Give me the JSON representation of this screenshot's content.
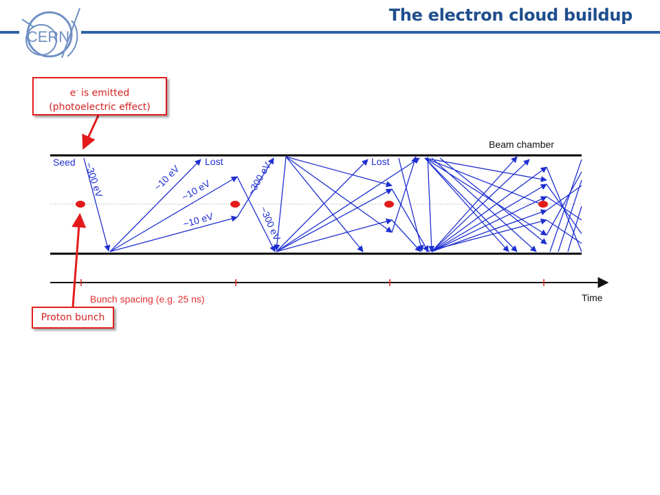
{
  "slide": {
    "title": "The electron cloud buildup",
    "logo_text": "CERN"
  },
  "callouts": {
    "emit_line1_symbol": "e",
    "emit_line1_sup": "-",
    "emit_line1_rest": " is emitted",
    "emit_line2": "(photoelectric effect)",
    "proton": "Proton bunch"
  },
  "diagram": {
    "chamber_label": "Beam chamber",
    "seed_label": "Seed",
    "lost_label": "Lost",
    "energy_300": "~300 eV",
    "energy_10": "~10 eV",
    "axis_label": "Time",
    "spacing_label": "Bunch spacing (e.g. 25 ns)"
  },
  "colors": {
    "title": "#1f4e8c",
    "header_line": "#2d62a8",
    "logo": "#6f8fc3",
    "arrow_blue": "#1e2fd0",
    "bunch_red": "#e31b1b",
    "annot_red": "#d42020",
    "axis_red_text": "#e03030"
  }
}
